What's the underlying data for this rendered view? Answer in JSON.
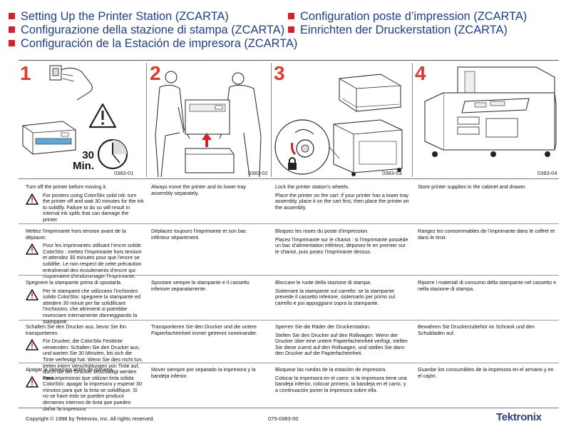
{
  "titles": [
    "Setting Up the Printer Station (ZCARTA)",
    "Configurazione della stazione di stampa (ZCARTA)",
    "Configuración de la Estación de impresora (ZCARTA)",
    "Configuration poste d’impression (ZCARTA)",
    "Einrichten der Druckerstation (ZCARTA)"
  ],
  "panels": [
    {
      "num": "1",
      "code": "0383-01",
      "timer_value": "30",
      "timer_unit": "Min."
    },
    {
      "num": "2",
      "code": "0383-02"
    },
    {
      "num": "3",
      "code": "0383-03"
    },
    {
      "num": "4",
      "code": "0383-04"
    }
  ],
  "rows": [
    {
      "c1_head": "Turn off the printer before moving it.",
      "c1_body": "For printers using ColorStix solid ink: turn the printer off and wait 30 minutes for the ink to solidify. Failure to do so will result in internal ink spills that can damage the printer.",
      "c2_head": "Always move the printer and its lower tray assembly separately.",
      "c3_head": "Lock the printer station’s wheels.",
      "c3_body": "Place the printer on the cart: if your printer has a lower tray assembly, place it on the cart first, then place the printer on the assembly.",
      "c4_head": "Store printer supplies in the cabinet and drawer."
    },
    {
      "c1_head": "Mettez l’imprimante hors tension avant de la déplacer.",
      "c1_body": "Pour les imprimantes utilisant l’encre solide ColorStix : mettez l’imprimante hors tension et attendez 30 minutes pour que l’encre se solidifie. Le non respect de cette précaution entraînerait des écoulements d’encre qui risqueraient d’endommager l’imprimante.",
      "c2_head": "Déplacez toujours l’imprimante et son bac inférieur séparément.",
      "c3_head": "Bloquez les roues du poste d’impression.",
      "c3_body": "Placez l’imprimante sur le chariot : si l’imprimante possède un bac d’alimentation inférieur, déposez-le en premier sur le chariot, puis posez l’imprimante dessus.",
      "c4_head": "Rangez les consommables de l’imprimante dans le coffret et dans le tiroir."
    },
    {
      "c1_head": "Spegnere la stampante prima di spostarla.",
      "c1_body": "Per le stampanti che utilizzano l’inchiostro solido ColorStix: spegnere la stampante ed attedere 30 minuti per far solidificare l’inchiostro, che altrimenti si potrebbe rovesciare internamente danneggiando la stampante.",
      "c2_head": "Spostare sempre la stampante e il cassetto inferiore separatamente.",
      "c3_head": "Bloccare le ruote della stazione di stampa.",
      "c3_body": "Sistemare la stampante sul carrello: se la stampante prevede il cassetto inferiore, sistemarlo per primo sul carrello e poi appoggiarvi sopra la stampante.",
      "c4_head": "Riporre i materiali di consumo della stampante nel cassetto e nella stazione di stampa."
    },
    {
      "c1_head": "Schalten Sie den Drucker aus, bevor Sie ihn transportieren.",
      "c1_body": "Für Drucker, die ColorStix Festtinte verwenden: Schalten Sie den Drucker aus, und warten Sie 30 Minuten, bis sich die Tinte verfestigt hat. Wenn Sie dies nicht tun, treten intern Verschüttungen von Tinte auf, durch die der Drucker beschädigt werden kann.",
      "c2_head": "Transportieren Sie den Drucker und die untere Papierfacheinheit immer getrennt voneinander.",
      "c3_head": "Sperren Sie die Räder der Druckerstation.",
      "c3_body": "Stellen Sie den Drucker auf den Rollwagen. Wenn der Drucker über eine untere Papierfacheinheit verfügt, stellen Sie diese zuerst auf den Rollwagen, und stellen Sie dann den Drucker auf die Papierfacheinheit.",
      "c4_head": "Bewahren Sie Druckerzubehör im Schrank und den Schubladen auf."
    },
    {
      "c1_head": "Apagar la impresora antes de moverla.",
      "c1_body": "Para impresoras que utilizan tinta sólida ColorStix: apagar la impresora y esperar 30 minutos para que la tinta se solidifique. Si no se hace esto se pueden producir derrames internos de tinta que pueden dañar la impresora.",
      "c2_head": "Mover siempre por separado la impresora y la bandeja inferior.",
      "c3_head": "Bloquear las ruedas de la estación de impresora.",
      "c3_body": "Colocar la impresora en el carro: si la impresora tiene una bandeja inferior, colocar primero, la bandeja en el carro, y a continuación poner la impresora sobre ella.",
      "c4_head": "Guardar los consumibles de la impresora en el armario y en el cajón."
    }
  ],
  "footer": {
    "copyright": "Copyright © 1998 by Tektronix, Inc. All rights reserved.",
    "part_number": "075-0383-00",
    "logo": "Tektronix"
  },
  "colors": {
    "title": "#1d3e8a",
    "bullet": "#d8202a",
    "step_number": "#e23b2e"
  }
}
